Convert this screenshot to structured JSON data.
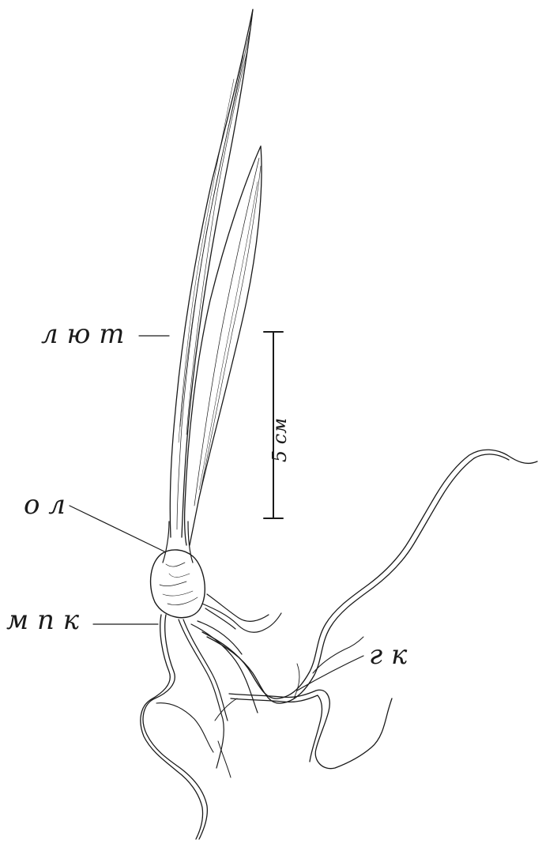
{
  "labels": {
    "leaf_blade": "л ю т",
    "leaf_base": "о л",
    "main_root": "м п к",
    "lateral_root": "г к"
  },
  "scale_bar": {
    "label": "5 см"
  },
  "colors": {
    "ink": "#1a1a1a",
    "background": "#ffffff"
  }
}
